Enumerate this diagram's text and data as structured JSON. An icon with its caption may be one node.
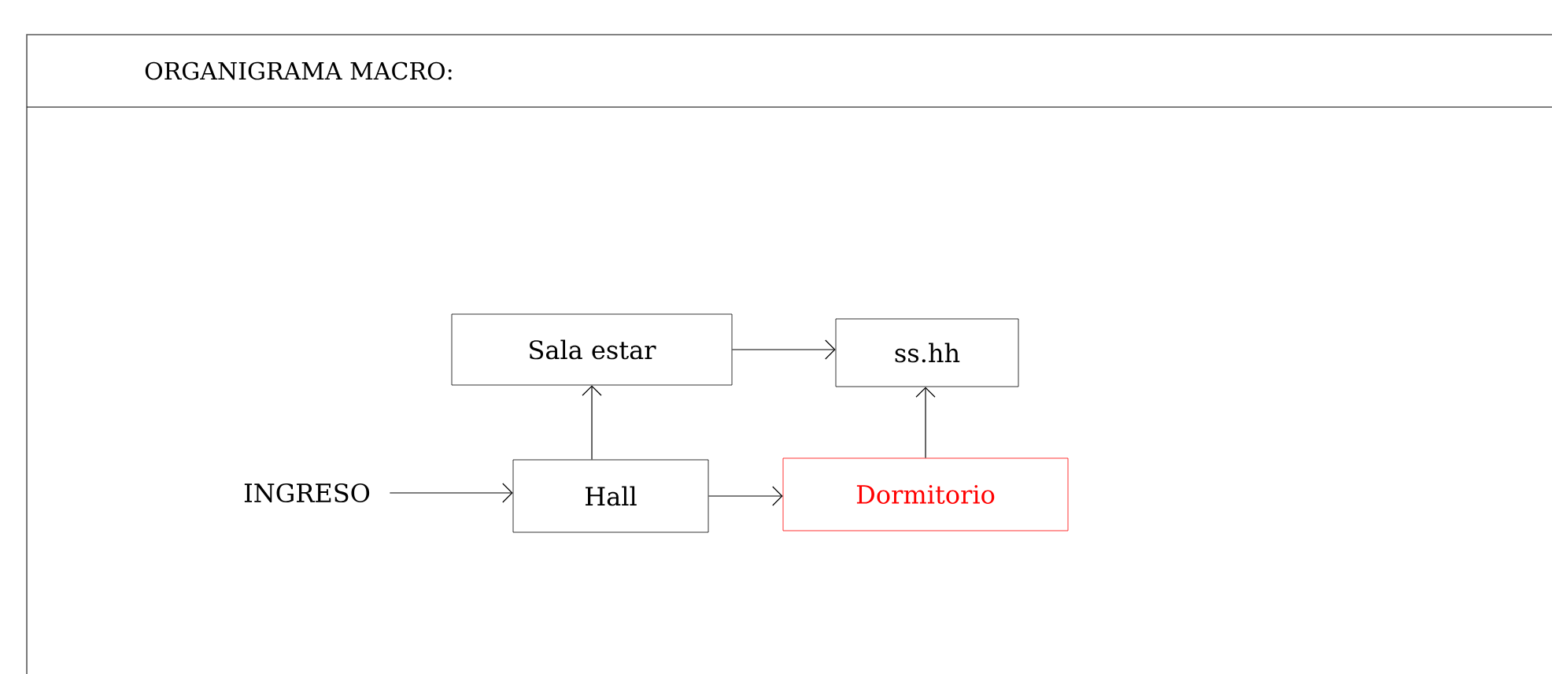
{
  "diagram": {
    "title": "ORGANIGRAMA MACRO:",
    "nodes": [
      {
        "text": [
          "Sala estar"
        ]
      },
      {
        "text": [
          "ss.hh"
        ]
      },
      {
        "text": [
          "INGRESO"
        ]
      },
      {
        "text": [
          "Hall"
        ]
      },
      {
        "text": [
          "Dormitorio"
        ]
      }
    ],
    "edges": [
      {
        "from": 2,
        "to": 3,
        "arrow": "to"
      },
      {
        "from": 3,
        "to": 0,
        "arrow": "to"
      },
      {
        "from": 0,
        "to": 1,
        "arrow": "to"
      },
      {
        "from": 3,
        "to": 4,
        "arrow": "to"
      },
      {
        "from": 4,
        "to": 1,
        "arrow": "to"
      }
    ]
  }
}
